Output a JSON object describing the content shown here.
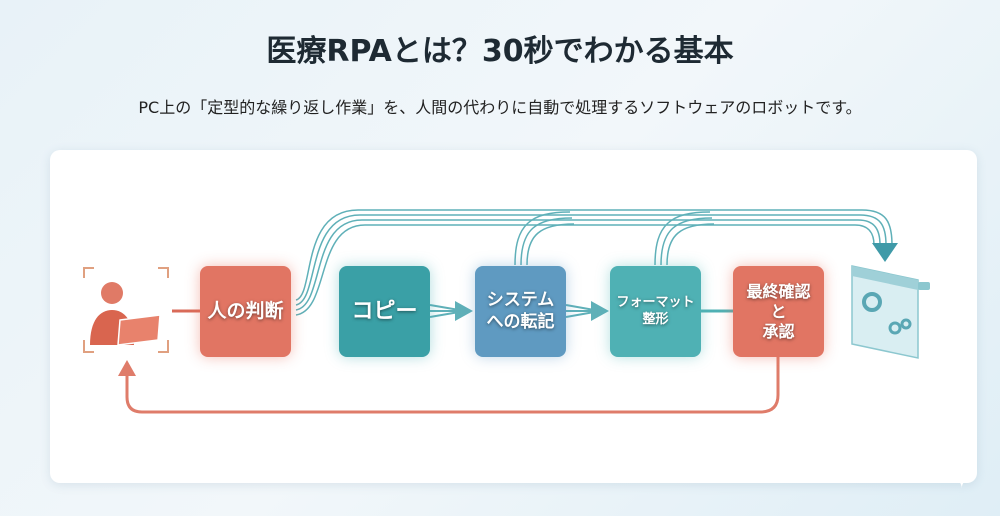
{
  "header": {
    "title": "医療RPAとは？30秒でわかる基本",
    "subtitle": "PC上の「定型的な繰り返し作業」を、人間の代わりに自動で処理するソフトウェアのロボットです。"
  },
  "flow": {
    "steps": [
      {
        "label": "人の判断"
      },
      {
        "label": "コピー"
      },
      {
        "label": "システム\nへの転記"
      },
      {
        "label": "フォーマット\n整形"
      },
      {
        "label": "最終確認\nと\n承認"
      }
    ]
  },
  "colors": {
    "red": "#e17563",
    "teal": "#3aa0a6",
    "blue": "#5f9ac1"
  }
}
